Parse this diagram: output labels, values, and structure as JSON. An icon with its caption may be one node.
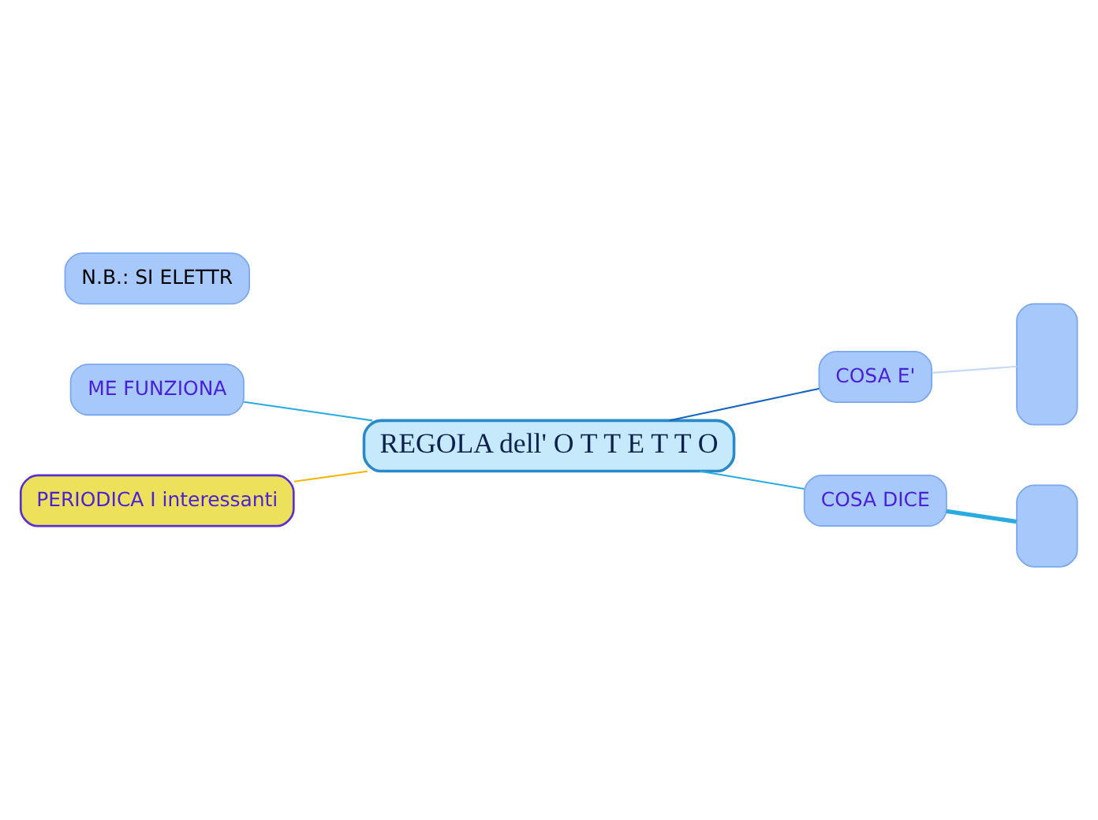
{
  "diagram": {
    "nodes": [
      {
        "text": [
          "REGOLA dell' O T T E T T O"
        ]
      },
      {
        "text": [
          "ME FUNZIONA"
        ]
      },
      {
        "text": [
          "PERIODICA I interessanti"
        ]
      },
      {
        "text": [
          "COSA E'"
        ]
      },
      {
        "text": [],
        "shape": "box"
      },
      {
        "text": [
          "COSA DICE"
        ]
      },
      {
        "text": [],
        "shape": "box"
      },
      {
        "text": [
          "N.B.: SI ELETTR"
        ]
      }
    ],
    "edges": [
      {
        "from": 0,
        "to": 1,
        "arrow": "none",
        "color": "#29abe2"
      },
      {
        "from": 0,
        "to": 2,
        "arrow": "none",
        "color": "#f7b500"
      },
      {
        "from": 0,
        "to": 3,
        "arrow": "none",
        "color": "#1565c0"
      },
      {
        "from": 3,
        "to": 4,
        "arrow": "none",
        "color": "#c5d9f5"
      },
      {
        "from": 0,
        "to": 5,
        "arrow": "none",
        "color": "#29abe2"
      },
      {
        "from": 5,
        "to": 6,
        "arrow": "none",
        "style": "thick",
        "color": "#29abe2"
      }
    ]
  }
}
